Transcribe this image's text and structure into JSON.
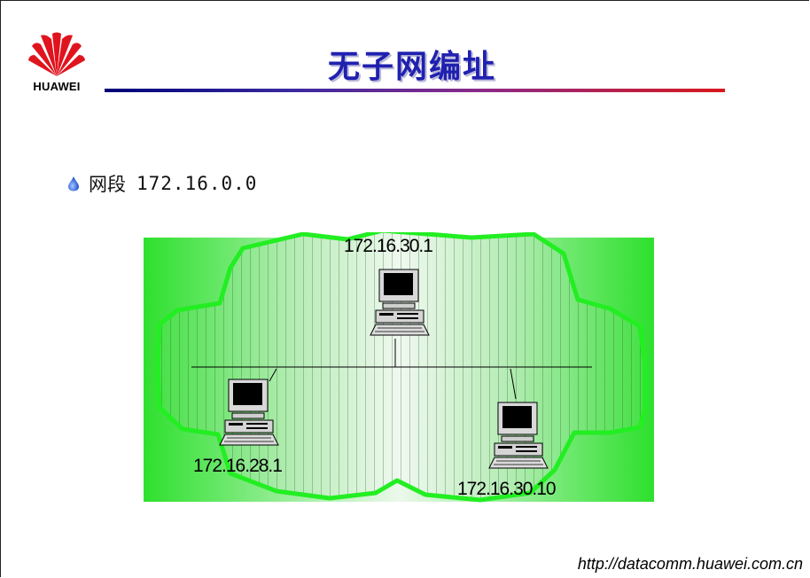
{
  "logo": {
    "text": "HUAWEI",
    "icon": "huawei-petal-logo",
    "color": "#e0141e"
  },
  "title": "无子网编址",
  "bullet": {
    "icon": "water-drop-icon",
    "label": "网段",
    "network": "172.16.0.0"
  },
  "diagram": {
    "hosts": [
      {
        "ip": "172.16.30.1",
        "icon": "desktop-computer-icon"
      },
      {
        "ip": "172.16.28.1",
        "icon": "desktop-computer-icon"
      },
      {
        "ip": "172.16.30.10",
        "icon": "desktop-computer-icon"
      }
    ],
    "cloud_color": "#22ee22",
    "bus_line": "ethernet-segment"
  },
  "footer": {
    "url": "http://datacomm.huawei.com.cn"
  }
}
